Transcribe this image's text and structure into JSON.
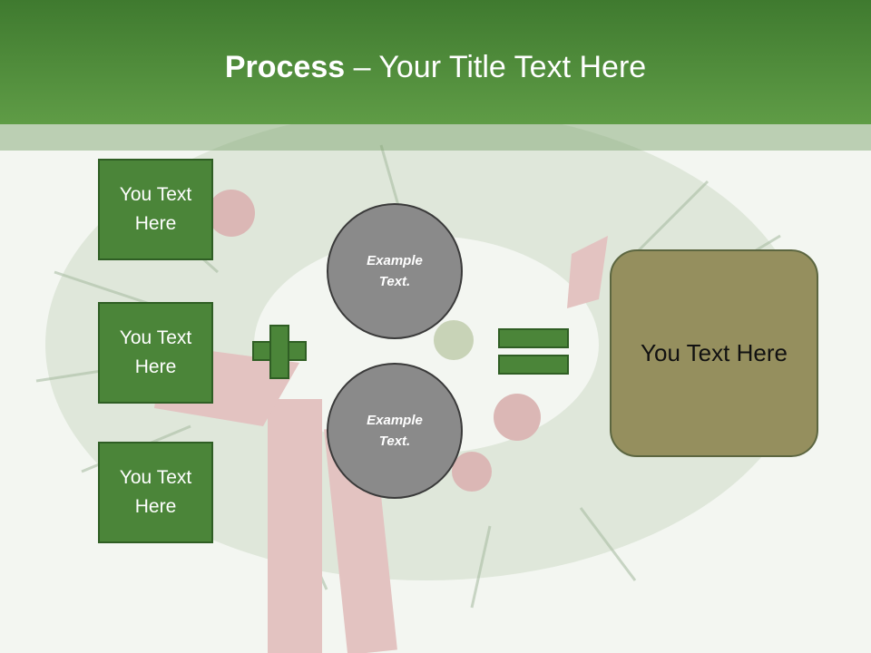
{
  "header": {
    "title_bold": "Process",
    "title_rest": " – Your Title Text Here"
  },
  "left_boxes": [
    {
      "text": "You Text Here"
    },
    {
      "text": "You Text Here"
    },
    {
      "text": "You Text Here"
    }
  ],
  "circles": [
    {
      "text": "Example Text."
    },
    {
      "text": "Example Text."
    }
  ],
  "result": {
    "text": "You Text Here"
  },
  "operators": {
    "plus": "plus-icon",
    "equals": "equals-icon"
  },
  "colors": {
    "header_green": "#4f8c3b",
    "box_green": "#4b8539",
    "circle_gray": "#8a8a8a",
    "result_olive": "#958f5e"
  }
}
